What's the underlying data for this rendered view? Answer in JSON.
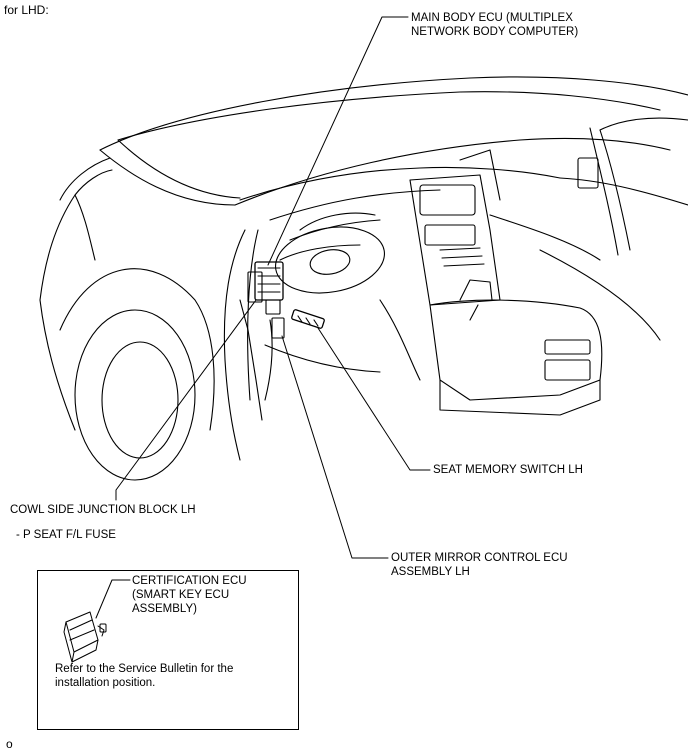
{
  "header": {
    "text": "for LHD:"
  },
  "labels": {
    "main_body_ecu": "MAIN BODY ECU (MULTIPLEX\nNETWORK BODY COMPUTER)",
    "seat_memory_switch": "SEAT MEMORY SWITCH LH",
    "cowl_junction": "COWL SIDE JUNCTION BLOCK LH",
    "fuse": "- P SEAT F/L FUSE",
    "outer_mirror": "OUTER MIRROR CONTROL ECU\nASSEMBLY LH"
  },
  "inset": {
    "title": "CERTIFICATION ECU\n(SMART KEY ECU\nASSEMBLY)",
    "note": "Refer to the Service Bulletin for the\ninstallation position."
  },
  "footer": {
    "code": "o"
  }
}
